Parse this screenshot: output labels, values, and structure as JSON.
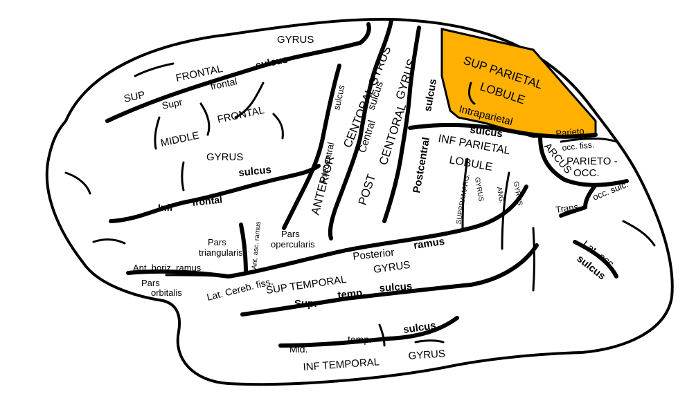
{
  "colors": {
    "highlight": "#FFB000",
    "outline": "#000000",
    "background": "#FFFFFF"
  },
  "highlighted_region": "sup-parietal-lobule",
  "labels": {
    "gyrus_top": "GYRUS",
    "sup": "SUP",
    "frontal_upper": "FRONTAL",
    "sulcus_sfs": "sulcus",
    "supr": "Supr",
    "frontal_sfs": "frontal",
    "middle": "MIDDLE",
    "frontal_mid": "FRONTAL",
    "gyrus_mid": "GYRUS",
    "infr": "Infr",
    "frontal_ifs": "frontal",
    "sulcus_ifs": "sulcus",
    "precentral": "Precentral",
    "sulcus_prec": "sulcus",
    "anterior": "ANTERIOR",
    "centoral_gyrus_ant": "CENTORAL GYRUS",
    "central": "Central",
    "sulcus_central": "sulcus",
    "post": "POST",
    "centoral_post": "CENTORAL",
    "gyrus_post": "GYRUS",
    "postcentral": "Postcentral",
    "sulcus_postc": "sulcus",
    "sup_parietal": "SUP PARIETAL",
    "lobule_sup": "LOBULE",
    "intraparietal": "Intraparietal",
    "sulcus_intrap": "sulcus",
    "inf_parietal": "INF PARIETAL",
    "lobule_inf": "LOBULE",
    "suppramarg": "SUPPRAMARG.",
    "gyrus_supra": "GYRUS",
    "ang": "ANG.",
    "gyrus_ang": "GYRUS",
    "parieto": "Parieto",
    "occ_fiss": "occ. fiss.",
    "arcus": "ARCUS",
    "parieto_occ_1": "PARIETO -",
    "parieto_occ_2": "OCC.",
    "trans": "Trans",
    "occ_sulc": "occ. sulc.",
    "lat_occ": "Lat. occ.",
    "sulcus_latocc": "sulcus",
    "pars_triangularis_1": "Pars",
    "pars_triangularis_2": "triangularis",
    "ant_asc_ramus": "Ant. asc. ramus",
    "pars_opercularis_1": "Pars",
    "pars_opercularis_2": "opercularis",
    "ant_horiz_ramus": "Ant. horiz. ramus",
    "pars_orbitalis_1": "Pars",
    "pars_orbitalis_2": "orbitalis",
    "posterior": "Posterior",
    "ramus": "ramus",
    "lat_cereb_fiss": "Lat. Cereb. fiss.",
    "sup_temporal": "SUP TEMPORAL",
    "gyrus_suptemp": "GYRUS",
    "supr_temp": "Supr",
    "temp_sts": "temp.",
    "sulcus_sts": "sulcus",
    "mid": "Mid.",
    "temp_mts": "temp.",
    "sulcus_mts": "sulcus",
    "inf_temporal": "INF TEMPORAL",
    "gyrus_inftemp": "GYRUS"
  }
}
